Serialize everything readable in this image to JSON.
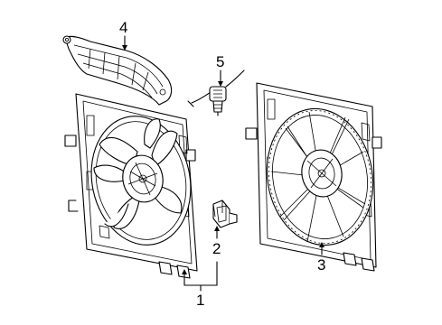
{
  "callouts": {
    "c1": "1",
    "c2": "2",
    "c3": "3",
    "c4": "4",
    "c5": "5"
  },
  "colors": {
    "line": "#000000",
    "background": "#ffffff"
  }
}
